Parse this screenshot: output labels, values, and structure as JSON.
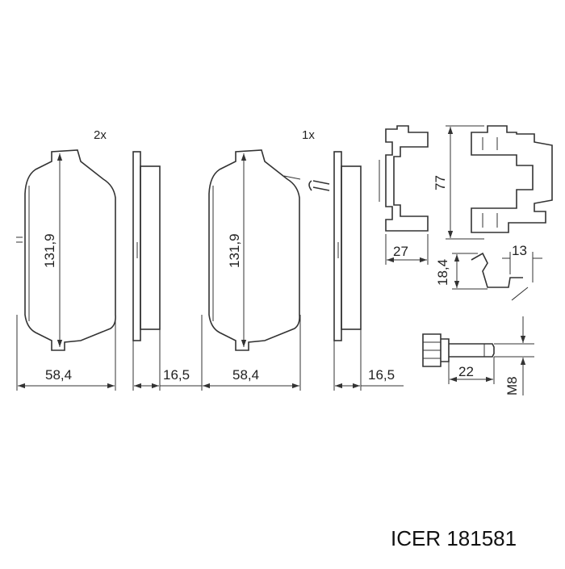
{
  "drawing": {
    "quantity_left": "2x",
    "quantity_right": "1x",
    "pad_left": {
      "height": "131,9",
      "width": "58,4",
      "thickness": "16,5"
    },
    "pad_right": {
      "height": "131,9",
      "width": "58,4",
      "thickness": "16,5"
    },
    "clip": {
      "height": "77",
      "width": "27"
    },
    "spring": {
      "height": "18,4",
      "width": "13"
    },
    "bolt": {
      "length": "22",
      "thread": "M8"
    }
  },
  "footer": {
    "brand_part": "ICER 181581"
  }
}
